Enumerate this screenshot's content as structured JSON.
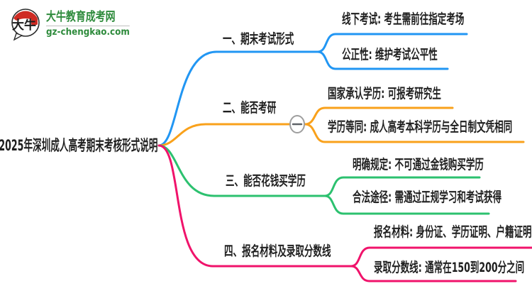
{
  "logo": {
    "icon_name": "daniu-bubble-icon",
    "icon_text": "大牛",
    "title": "大牛教育成考网",
    "url": "gz-chengkao.com",
    "brand_color": "#2e8b3c",
    "icon_accent_color": "#cf2b23"
  },
  "mindmap": {
    "root": {
      "label": "2025年深圳成人高考期末考核形式说明"
    },
    "toggle": {
      "icon": "minus-icon",
      "ring_color": "#9e9e9e",
      "glyph_color": "#5f6368"
    },
    "branches": [
      {
        "label": "一、期末考试形式",
        "color": "#2196f3",
        "children": [
          "线下考试: 考生需前往指定考场",
          "公正性: 维护考试公平性"
        ]
      },
      {
        "label": "二、能否考研",
        "color": "#f9a11b",
        "children": [
          "国家承认学历: 可报考研究生",
          "学历等同: 成人高考本科学历与全日制文凭相同"
        ]
      },
      {
        "label": "三、能否花钱买学历",
        "color": "#2cc16f",
        "children": [
          "明确规定: 不可通过金钱购买学历",
          "合法途径: 需通过正规学习和考试获得"
        ]
      },
      {
        "label": "四、报名材料及录取分数线",
        "color": "#f0136b",
        "children": [
          "报名材料: 身份证、学历证明、户籍证明",
          "录取分数线: 通常在150到200分之间"
        ]
      }
    ]
  }
}
